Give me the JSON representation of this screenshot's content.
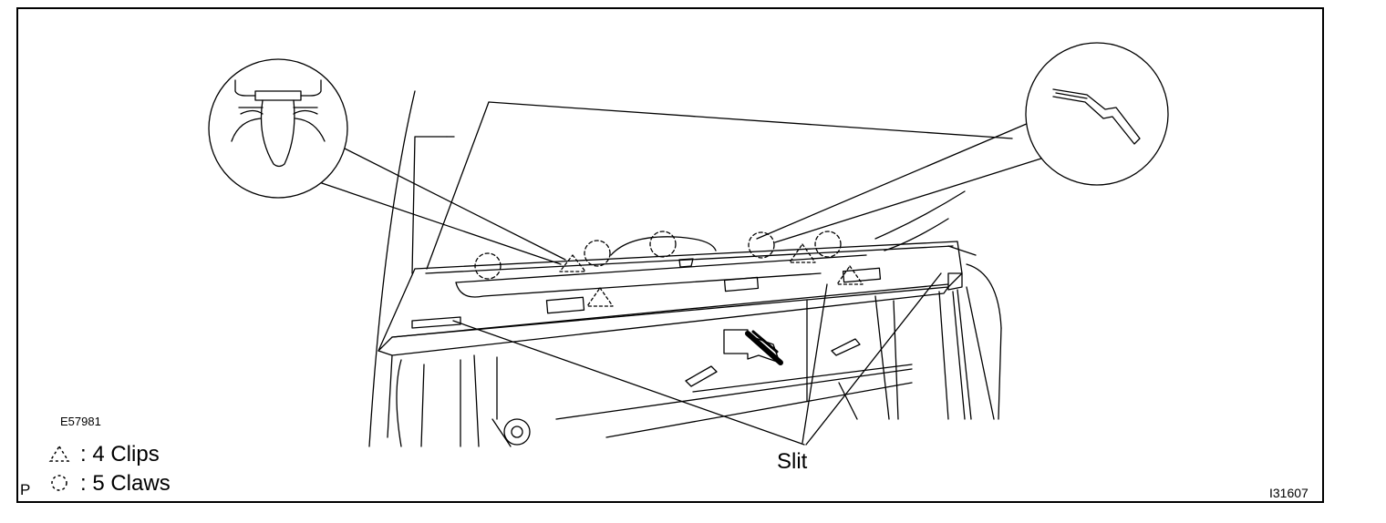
{
  "figure_code": "E57981",
  "reference_code": "I31607",
  "page_marker": "P",
  "legend": {
    "clips": {
      "symbol": "triangle-dashed-icon",
      "text": ": 4 Clips"
    },
    "claws": {
      "symbol": "circle-dashed-icon",
      "text": ": 5 Claws"
    }
  },
  "callouts": {
    "slit": "Slit"
  },
  "detail_views": [
    {
      "name": "clip-detail",
      "shape": "push-clip"
    },
    {
      "name": "claw-detail",
      "shape": "claw-hook"
    }
  ],
  "marker_counts": {
    "clips": 4,
    "claws": 5
  }
}
